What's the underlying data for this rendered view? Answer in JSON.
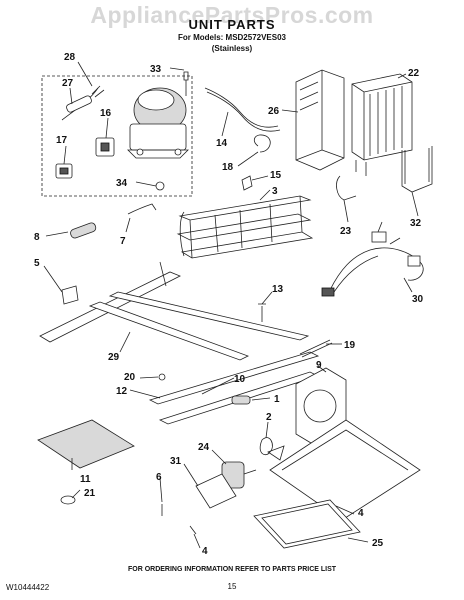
{
  "watermark": "AppliancePartsPros.com",
  "header": {
    "title": "UNIT PARTS",
    "models_line": "For Models: MSD2572VES03",
    "finish": "(Stainless)"
  },
  "footer": {
    "doc_number": "W10444422",
    "ordering_note": "FOR ORDERING INFORMATION REFER TO PARTS PRICE LIST",
    "page": "15"
  },
  "callouts": [
    {
      "id": "c28",
      "label": "28"
    },
    {
      "id": "c27",
      "label": "27"
    },
    {
      "id": "c16",
      "label": "16"
    },
    {
      "id": "c17",
      "label": "17"
    },
    {
      "id": "c33",
      "label": "33"
    },
    {
      "id": "c34",
      "label": "34"
    },
    {
      "id": "c26",
      "label": "26"
    },
    {
      "id": "c22",
      "label": "22"
    },
    {
      "id": "c14",
      "label": "14"
    },
    {
      "id": "c18",
      "label": "18"
    },
    {
      "id": "c15",
      "label": "15"
    },
    {
      "id": "c3",
      "label": "3"
    },
    {
      "id": "c7",
      "label": "7"
    },
    {
      "id": "c8",
      "label": "8"
    },
    {
      "id": "c5",
      "label": "5"
    },
    {
      "id": "c23",
      "label": "23"
    },
    {
      "id": "c32",
      "label": "32"
    },
    {
      "id": "c19",
      "label": "19"
    },
    {
      "id": "c30",
      "label": "30"
    },
    {
      "id": "c13",
      "label": "13"
    },
    {
      "id": "c9",
      "label": "9"
    },
    {
      "id": "c29",
      "label": "29"
    },
    {
      "id": "c20",
      "label": "20"
    },
    {
      "id": "c10",
      "label": "10"
    },
    {
      "id": "c12",
      "label": "12"
    },
    {
      "id": "c1",
      "label": "1"
    },
    {
      "id": "c2",
      "label": "2"
    },
    {
      "id": "c24",
      "label": "24"
    },
    {
      "id": "c31",
      "label": "31"
    },
    {
      "id": "c11",
      "label": "11"
    },
    {
      "id": "c21",
      "label": "21"
    },
    {
      "id": "c6",
      "label": "6"
    },
    {
      "id": "c4a",
      "label": "4"
    },
    {
      "id": "c4b",
      "label": "4"
    },
    {
      "id": "c25",
      "label": "25"
    }
  ]
}
